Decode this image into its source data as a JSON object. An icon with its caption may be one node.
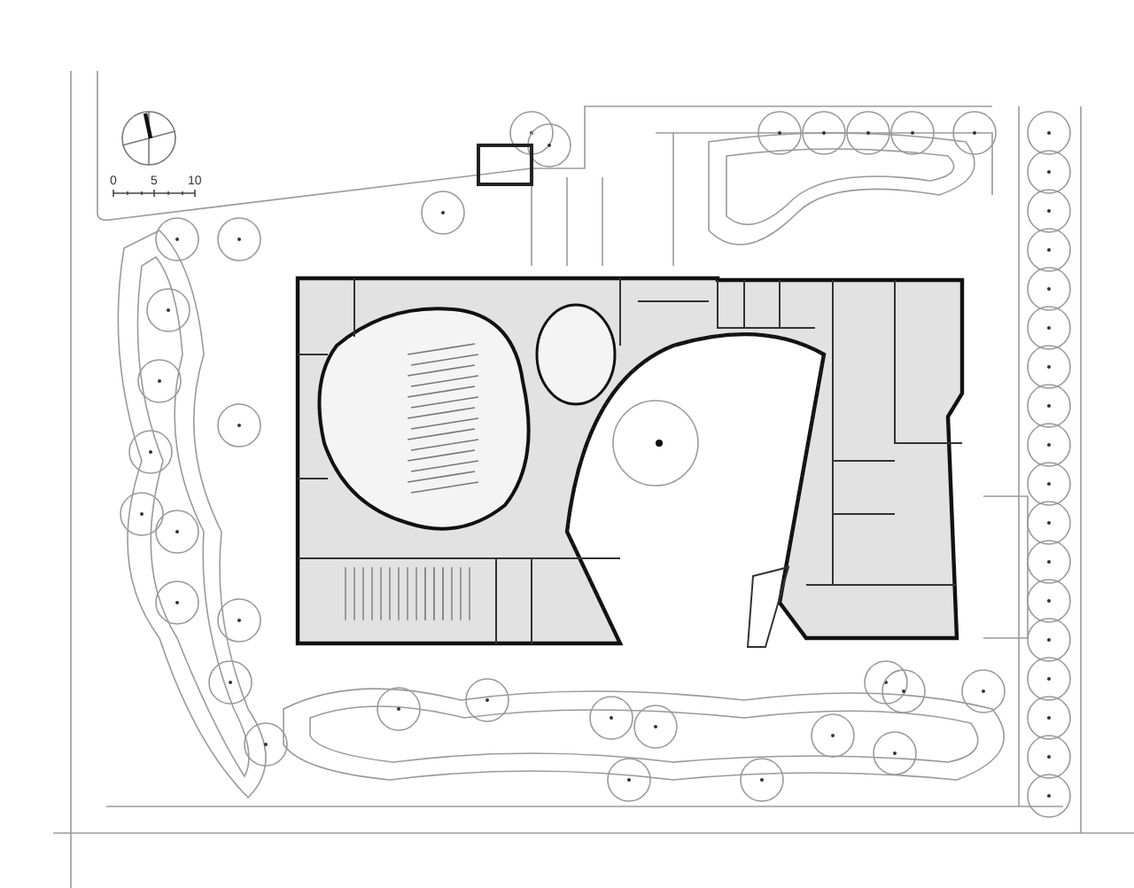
{
  "diagram": {
    "labels": [
      "0",
      "5",
      "10"
    ]
  }
}
